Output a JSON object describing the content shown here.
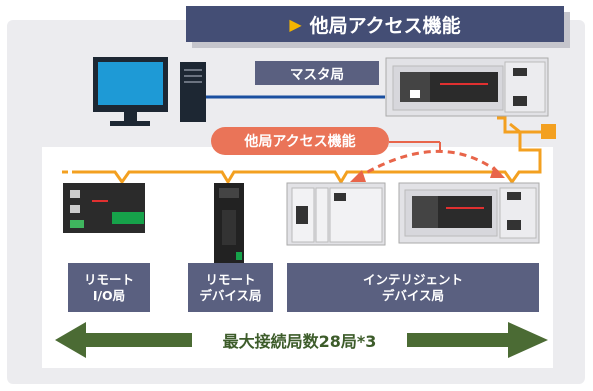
{
  "title": "他局アクセス機能",
  "master_label": "マスタ局",
  "access_label": "他局アクセス機能",
  "devices": {
    "remote_io": [
      "リモート",
      "I/O局"
    ],
    "remote_device": [
      "リモート",
      "デバイス局"
    ],
    "intelligent": [
      "インテリジェント",
      "デバイス局"
    ]
  },
  "max_stations": "最大接続局数28局*3",
  "icons": {
    "title": "play-triangle-icon",
    "pc": "desktop-pc-icon",
    "plc": "plc-module-icon"
  },
  "colors": {
    "title_bg": "#444e75",
    "label_bg": "#5a6080",
    "access_bg": "#ea7458",
    "network_line": "#f3a020",
    "ethernet_line": "#1a4fa0",
    "arrow_green": "#4b6b34"
  }
}
